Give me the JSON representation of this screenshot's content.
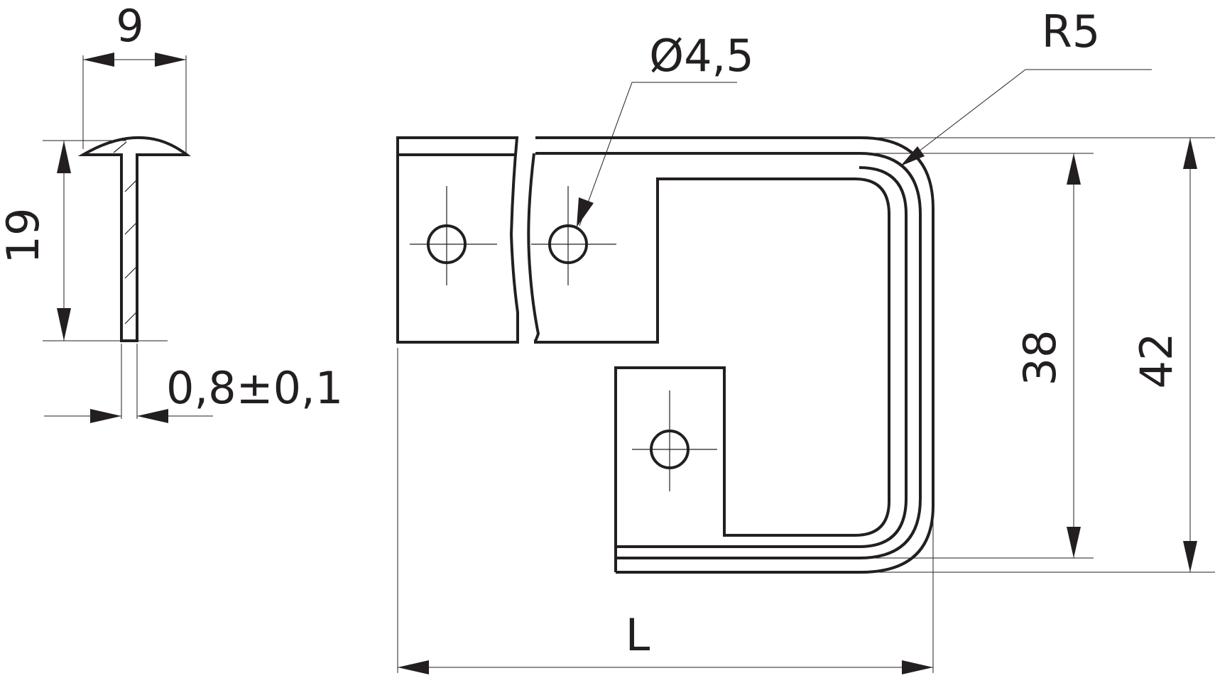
{
  "drawing": {
    "dimensions": {
      "head_width": "9",
      "height_side": "19",
      "thickness": "0,8",
      "tolerance_sign": "±",
      "tolerance_value": "0,1",
      "hole_diameter": "Ø4,5",
      "radius": "R5",
      "inner_height": "38",
      "outer_height": "42",
      "length": "L"
    },
    "colors": {
      "line": "#231f20",
      "background": "#ffffff"
    }
  }
}
